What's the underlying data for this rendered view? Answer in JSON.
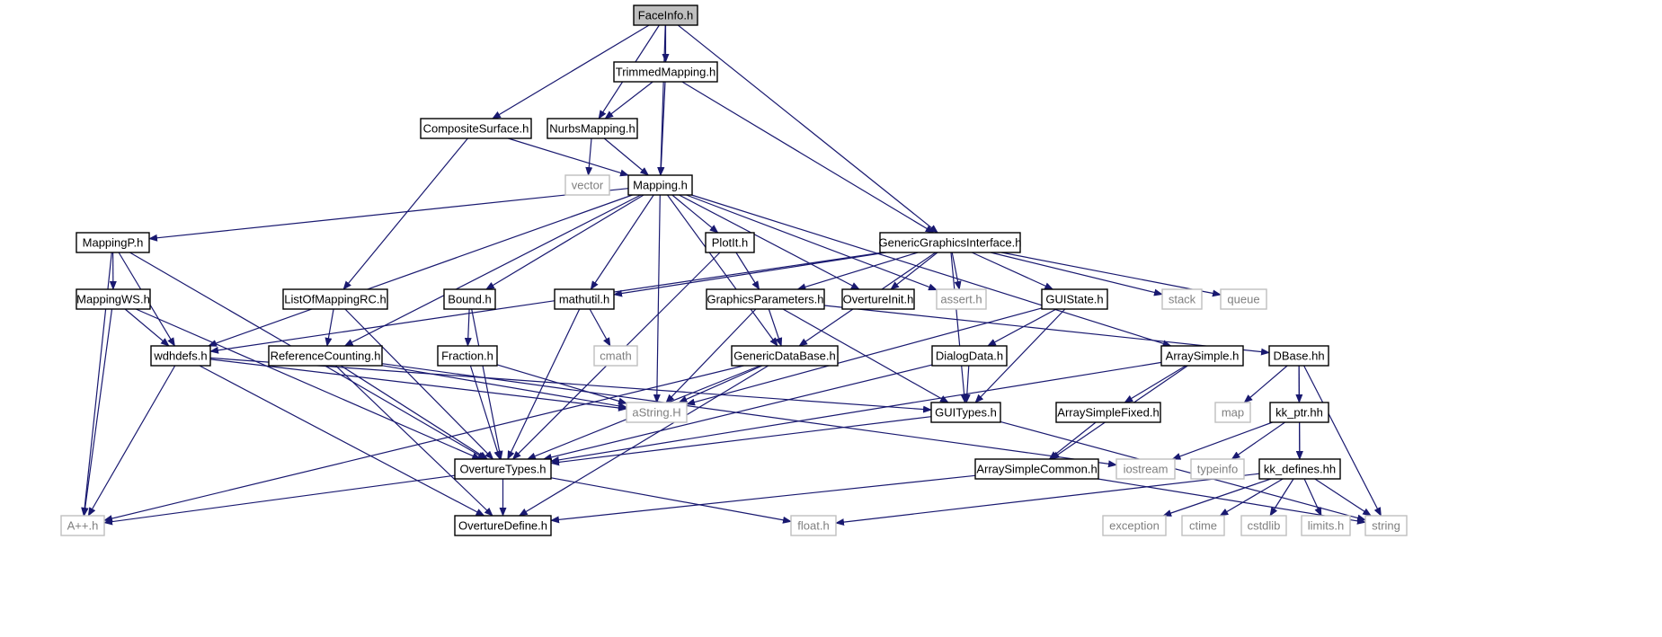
{
  "colors": {
    "edge": "#191970",
    "root_fill": "#bfbfbf",
    "node_border": "#000000",
    "external_border": "#bfbfbf",
    "node_text": "#000000",
    "external_text": "#7f7f7f"
  },
  "nodes": [
    {
      "id": "faceinfo",
      "label": "FaceInfo.h",
      "kind": "root"
    },
    {
      "id": "trimmedmapping",
      "label": "TrimmedMapping.h",
      "kind": "local"
    },
    {
      "id": "compositesurface",
      "label": "CompositeSurface.h",
      "kind": "local"
    },
    {
      "id": "nurbsmapping",
      "label": "NurbsMapping.h",
      "kind": "local"
    },
    {
      "id": "vector",
      "label": "vector",
      "kind": "external"
    },
    {
      "id": "mapping",
      "label": "Mapping.h",
      "kind": "local"
    },
    {
      "id": "mappingp",
      "label": "MappingP.h",
      "kind": "local"
    },
    {
      "id": "plotit",
      "label": "PlotIt.h",
      "kind": "local"
    },
    {
      "id": "genericgraphicsinterface",
      "label": "GenericGraphicsInterface.h",
      "kind": "local"
    },
    {
      "id": "mappingws",
      "label": "MappingWS.h",
      "kind": "local"
    },
    {
      "id": "listofmappingrc",
      "label": "ListOfMappingRC.h",
      "kind": "local"
    },
    {
      "id": "bound",
      "label": "Bound.h",
      "kind": "local"
    },
    {
      "id": "mathutil",
      "label": "mathutil.h",
      "kind": "local"
    },
    {
      "id": "graphicsparameters",
      "label": "GraphicsParameters.h",
      "kind": "local"
    },
    {
      "id": "overtureinit",
      "label": "OvertureInit.h",
      "kind": "local"
    },
    {
      "id": "assert",
      "label": "assert.h",
      "kind": "external"
    },
    {
      "id": "guistate",
      "label": "GUIState.h",
      "kind": "local"
    },
    {
      "id": "stack",
      "label": "stack",
      "kind": "external"
    },
    {
      "id": "queue",
      "label": "queue",
      "kind": "external"
    },
    {
      "id": "wdhdefs",
      "label": "wdhdefs.h",
      "kind": "local"
    },
    {
      "id": "referencecounting",
      "label": "ReferenceCounting.h",
      "kind": "local"
    },
    {
      "id": "fraction",
      "label": "Fraction.h",
      "kind": "local"
    },
    {
      "id": "cmath",
      "label": "cmath",
      "kind": "external"
    },
    {
      "id": "genericdatabase",
      "label": "GenericDataBase.h",
      "kind": "local"
    },
    {
      "id": "dialogdata",
      "label": "DialogData.h",
      "kind": "local"
    },
    {
      "id": "arraysimple",
      "label": "ArraySimple.h",
      "kind": "local"
    },
    {
      "id": "dbase",
      "label": "DBase.hh",
      "kind": "local"
    },
    {
      "id": "astring",
      "label": "aString.H",
      "kind": "external"
    },
    {
      "id": "guitypes",
      "label": "GUITypes.h",
      "kind": "local"
    },
    {
      "id": "arraysimplefixed",
      "label": "ArraySimpleFixed.h",
      "kind": "local"
    },
    {
      "id": "map",
      "label": "map",
      "kind": "external"
    },
    {
      "id": "kkptr",
      "label": "kk_ptr.hh",
      "kind": "local"
    },
    {
      "id": "overturetypes",
      "label": "OvertureTypes.h",
      "kind": "local"
    },
    {
      "id": "iostream",
      "label": "iostream",
      "kind": "external"
    },
    {
      "id": "typeinfo",
      "label": "typeinfo",
      "kind": "external"
    },
    {
      "id": "arraysimplecommon",
      "label": "ArraySimpleCommon.h",
      "kind": "local"
    },
    {
      "id": "kkdefines",
      "label": "kk_defines.hh",
      "kind": "local"
    },
    {
      "id": "aplusplus",
      "label": "A++.h",
      "kind": "external"
    },
    {
      "id": "overturedefine",
      "label": "OvertureDefine.h",
      "kind": "local"
    },
    {
      "id": "float",
      "label": "float.h",
      "kind": "external"
    },
    {
      "id": "exception",
      "label": "exception",
      "kind": "external"
    },
    {
      "id": "ctime",
      "label": "ctime",
      "kind": "external"
    },
    {
      "id": "cstdlib",
      "label": "cstdlib",
      "kind": "external"
    },
    {
      "id": "limits",
      "label": "limits.h",
      "kind": "external"
    },
    {
      "id": "string",
      "label": "string",
      "kind": "external"
    }
  ],
  "edges": [
    [
      "faceinfo",
      "trimmedmapping"
    ],
    [
      "faceinfo",
      "compositesurface"
    ],
    [
      "faceinfo",
      "nurbsmapping"
    ],
    [
      "faceinfo",
      "mapping"
    ],
    [
      "faceinfo",
      "genericgraphicsinterface"
    ],
    [
      "trimmedmapping",
      "nurbsmapping"
    ],
    [
      "trimmedmapping",
      "mapping"
    ],
    [
      "trimmedmapping",
      "genericgraphicsinterface"
    ],
    [
      "compositesurface",
      "mapping"
    ],
    [
      "compositesurface",
      "listofmappingrc"
    ],
    [
      "nurbsmapping",
      "vector"
    ],
    [
      "nurbsmapping",
      "mapping"
    ],
    [
      "mapping",
      "mappingp"
    ],
    [
      "mapping",
      "plotit"
    ],
    [
      "mapping",
      "bound"
    ],
    [
      "mapping",
      "mathutil"
    ],
    [
      "mapping",
      "wdhdefs"
    ],
    [
      "mapping",
      "referencecounting"
    ],
    [
      "mapping",
      "genericdatabase"
    ],
    [
      "mapping",
      "astring"
    ],
    [
      "mapping",
      "overtureinit"
    ],
    [
      "mapping",
      "assert"
    ],
    [
      "mapping",
      "arraysimple"
    ],
    [
      "mappingp",
      "mappingws"
    ],
    [
      "mappingp",
      "wdhdefs"
    ],
    [
      "mappingp",
      "overturetypes"
    ],
    [
      "mappingp",
      "aplusplus"
    ],
    [
      "plotit",
      "graphicsparameters"
    ],
    [
      "plotit",
      "overturetypes"
    ],
    [
      "genericgraphicsinterface",
      "mathutil"
    ],
    [
      "genericgraphicsinterface",
      "graphicsparameters"
    ],
    [
      "genericgraphicsinterface",
      "overtureinit"
    ],
    [
      "genericgraphicsinterface",
      "assert"
    ],
    [
      "genericgraphicsinterface",
      "guistate"
    ],
    [
      "genericgraphicsinterface",
      "stack"
    ],
    [
      "genericgraphicsinterface",
      "queue"
    ],
    [
      "genericgraphicsinterface",
      "wdhdefs"
    ],
    [
      "genericgraphicsinterface",
      "guitypes"
    ],
    [
      "genericgraphicsinterface",
      "genericdatabase"
    ],
    [
      "mappingws",
      "wdhdefs"
    ],
    [
      "mappingws",
      "overturetypes"
    ],
    [
      "mappingws",
      "aplusplus"
    ],
    [
      "listofmappingrc",
      "referencecounting"
    ],
    [
      "listofmappingrc",
      "overturetypes"
    ],
    [
      "bound",
      "fraction"
    ],
    [
      "bound",
      "overturetypes"
    ],
    [
      "mathutil",
      "cmath"
    ],
    [
      "mathutil",
      "overturetypes"
    ],
    [
      "graphicsparameters",
      "genericdatabase"
    ],
    [
      "graphicsparameters",
      "astring"
    ],
    [
      "graphicsparameters",
      "guitypes"
    ],
    [
      "graphicsparameters",
      "dbase"
    ],
    [
      "guistate",
      "dialogdata"
    ],
    [
      "guistate",
      "guitypes"
    ],
    [
      "guistate",
      "astring"
    ],
    [
      "wdhdefs",
      "aplusplus"
    ],
    [
      "wdhdefs",
      "overturedefine"
    ],
    [
      "wdhdefs",
      "astring"
    ],
    [
      "wdhdefs",
      "guitypes"
    ],
    [
      "referencecounting",
      "overturetypes"
    ],
    [
      "referencecounting",
      "overturedefine"
    ],
    [
      "referencecounting",
      "astring"
    ],
    [
      "referencecounting",
      "iostream"
    ],
    [
      "fraction",
      "overturetypes"
    ],
    [
      "fraction",
      "astring"
    ],
    [
      "genericdatabase",
      "astring"
    ],
    [
      "genericdatabase",
      "overturetypes"
    ],
    [
      "genericdatabase",
      "aplusplus"
    ],
    [
      "genericdatabase",
      "overturedefine"
    ],
    [
      "dialogdata",
      "guitypes"
    ],
    [
      "dialogdata",
      "overturetypes"
    ],
    [
      "arraysimple",
      "arraysimplefixed"
    ],
    [
      "arraysimple",
      "arraysimplecommon"
    ],
    [
      "arraysimple",
      "overturetypes"
    ],
    [
      "dbase",
      "map"
    ],
    [
      "dbase",
      "kkptr"
    ],
    [
      "dbase",
      "kkdefines"
    ],
    [
      "dbase",
      "string"
    ],
    [
      "guitypes",
      "overturetypes"
    ],
    [
      "guitypes",
      "string"
    ],
    [
      "arraysimplefixed",
      "arraysimplecommon"
    ],
    [
      "kkptr",
      "iostream"
    ],
    [
      "kkptr",
      "typeinfo"
    ],
    [
      "kkptr",
      "kkdefines"
    ],
    [
      "overturetypes",
      "aplusplus"
    ],
    [
      "overturetypes",
      "overturedefine"
    ],
    [
      "overturetypes",
      "float"
    ],
    [
      "arraysimplecommon",
      "overturedefine"
    ],
    [
      "arraysimplecommon",
      "string"
    ],
    [
      "kkdefines",
      "exception"
    ],
    [
      "kkdefines",
      "ctime"
    ],
    [
      "kkdefines",
      "cstdlib"
    ],
    [
      "kkdefines",
      "limits"
    ],
    [
      "kkdefines",
      "string"
    ],
    [
      "kkdefines",
      "float"
    ]
  ]
}
